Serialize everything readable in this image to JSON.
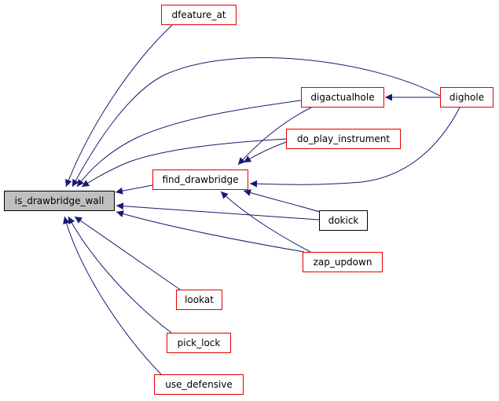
{
  "graph": {
    "edge_color": "#191970",
    "nodes": {
      "root": {
        "label": "is_drawbridge_wall",
        "fill": "#bfbfbf",
        "border": "#000000"
      },
      "dfeature_at": {
        "label": "dfeature_at",
        "border": "#e00000"
      },
      "digactualhole": {
        "label": "digactualhole",
        "border": "#e00000"
      },
      "dighole": {
        "label": "dighole",
        "border": "#e00000"
      },
      "do_play_instrument": {
        "label": "do_play_instrument",
        "border": "#e00000"
      },
      "find_drawbridge": {
        "label": "find_drawbridge",
        "border": "#e00000"
      },
      "dokick": {
        "label": "dokick",
        "border": "#000000"
      },
      "zap_updown": {
        "label": "zap_updown",
        "border": "#e00000"
      },
      "lookat": {
        "label": "lookat",
        "border": "#e00000"
      },
      "pick_lock": {
        "label": "pick_lock",
        "border": "#e00000"
      },
      "use_defensive": {
        "label": "use_defensive",
        "border": "#e00000"
      }
    },
    "edges": [
      {
        "from": "dfeature_at",
        "to": "root"
      },
      {
        "from": "dighole",
        "to": "root"
      },
      {
        "from": "digactualhole",
        "to": "root"
      },
      {
        "from": "do_play_instrument",
        "to": "root"
      },
      {
        "from": "find_drawbridge",
        "to": "root"
      },
      {
        "from": "dokick",
        "to": "root"
      },
      {
        "from": "zap_updown",
        "to": "root"
      },
      {
        "from": "lookat",
        "to": "root"
      },
      {
        "from": "pick_lock",
        "to": "root"
      },
      {
        "from": "use_defensive",
        "to": "root"
      },
      {
        "from": "dighole",
        "to": "digactualhole"
      },
      {
        "from": "digactualhole",
        "to": "find_drawbridge"
      },
      {
        "from": "do_play_instrument",
        "to": "find_drawbridge"
      },
      {
        "from": "dighole",
        "to": "find_drawbridge"
      },
      {
        "from": "dokick",
        "to": "find_drawbridge"
      },
      {
        "from": "zap_updown",
        "to": "find_drawbridge"
      }
    ]
  }
}
